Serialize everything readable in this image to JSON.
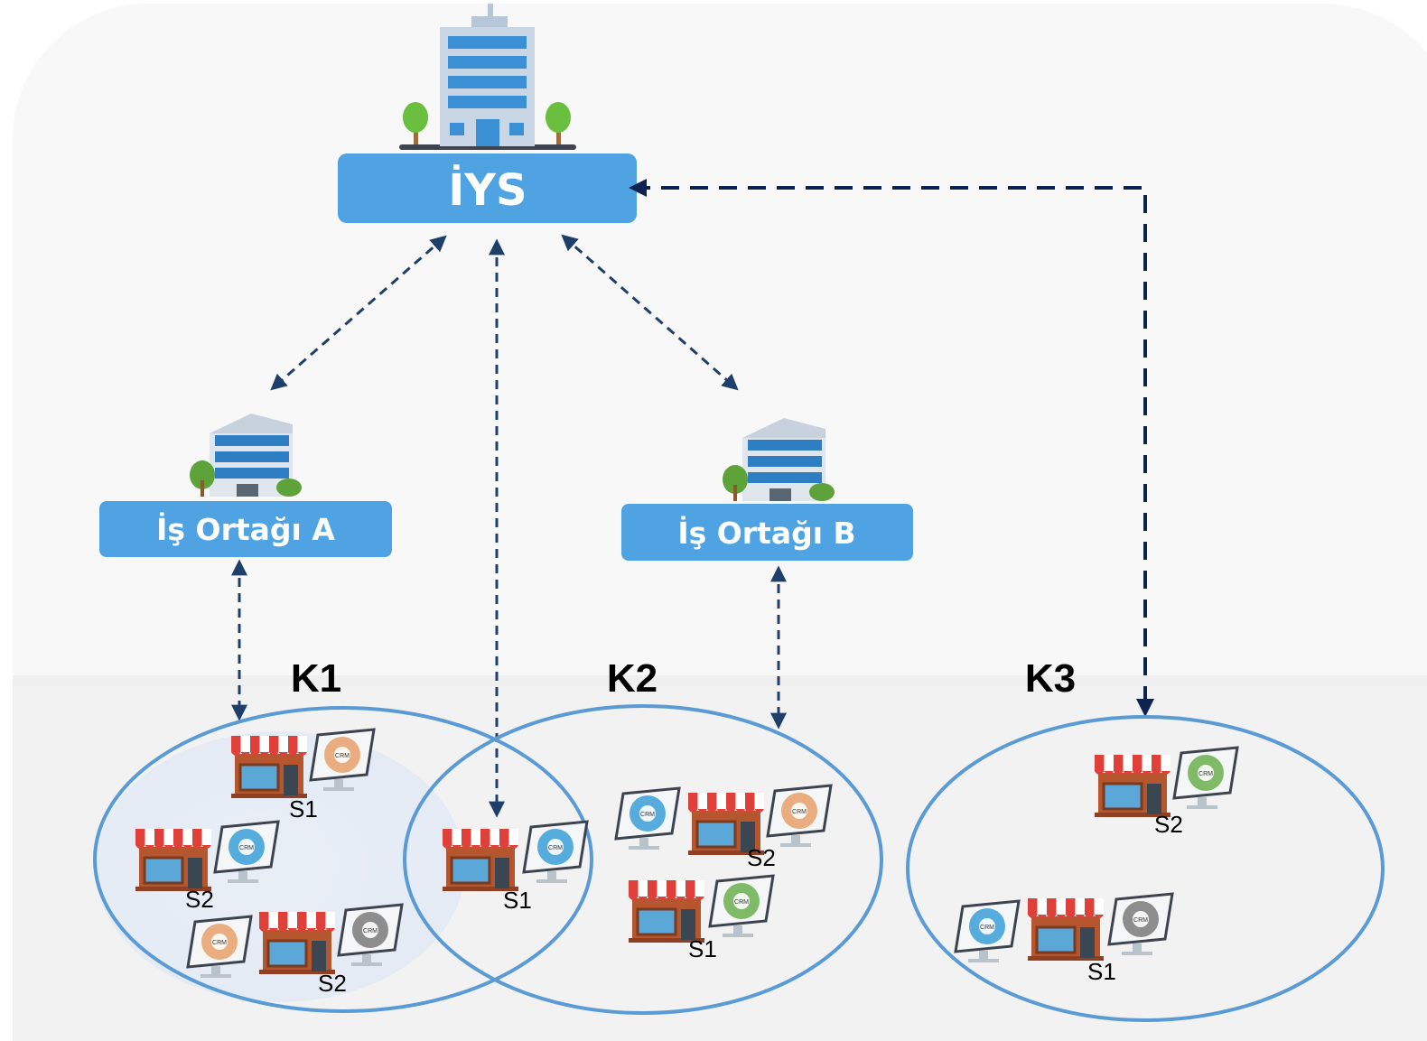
{
  "nodes": {
    "iys": {
      "label": "İYS"
    },
    "partner_a": {
      "label": "İş Ortağı A"
    },
    "partner_b": {
      "label": "İş Ortağı B"
    }
  },
  "clusters": {
    "k1": {
      "label": "K1"
    },
    "k2": {
      "label": "K2"
    },
    "k3": {
      "label": "K3"
    }
  },
  "sites": {
    "k1_s1": "S1",
    "k1_s2_left": "S2",
    "k1_s2_bottom": "S2",
    "k1k2_s1": "S1",
    "k2_s2": "S2",
    "k2_s1": "S1",
    "k3_s2": "S2",
    "k3_s1": "S1"
  },
  "crm_icon_text": "CRM",
  "colors": {
    "box_fill": "#4fa3e3",
    "arrow": "#1f3f6b",
    "arrow_dark": "#0d2350",
    "ellipse_stroke": "#5b9bd5",
    "crm_orange": "#e8a06a",
    "crm_blue": "#3aa0d8",
    "crm_green": "#6ab04c",
    "crm_gray": "#7a7a7a"
  }
}
